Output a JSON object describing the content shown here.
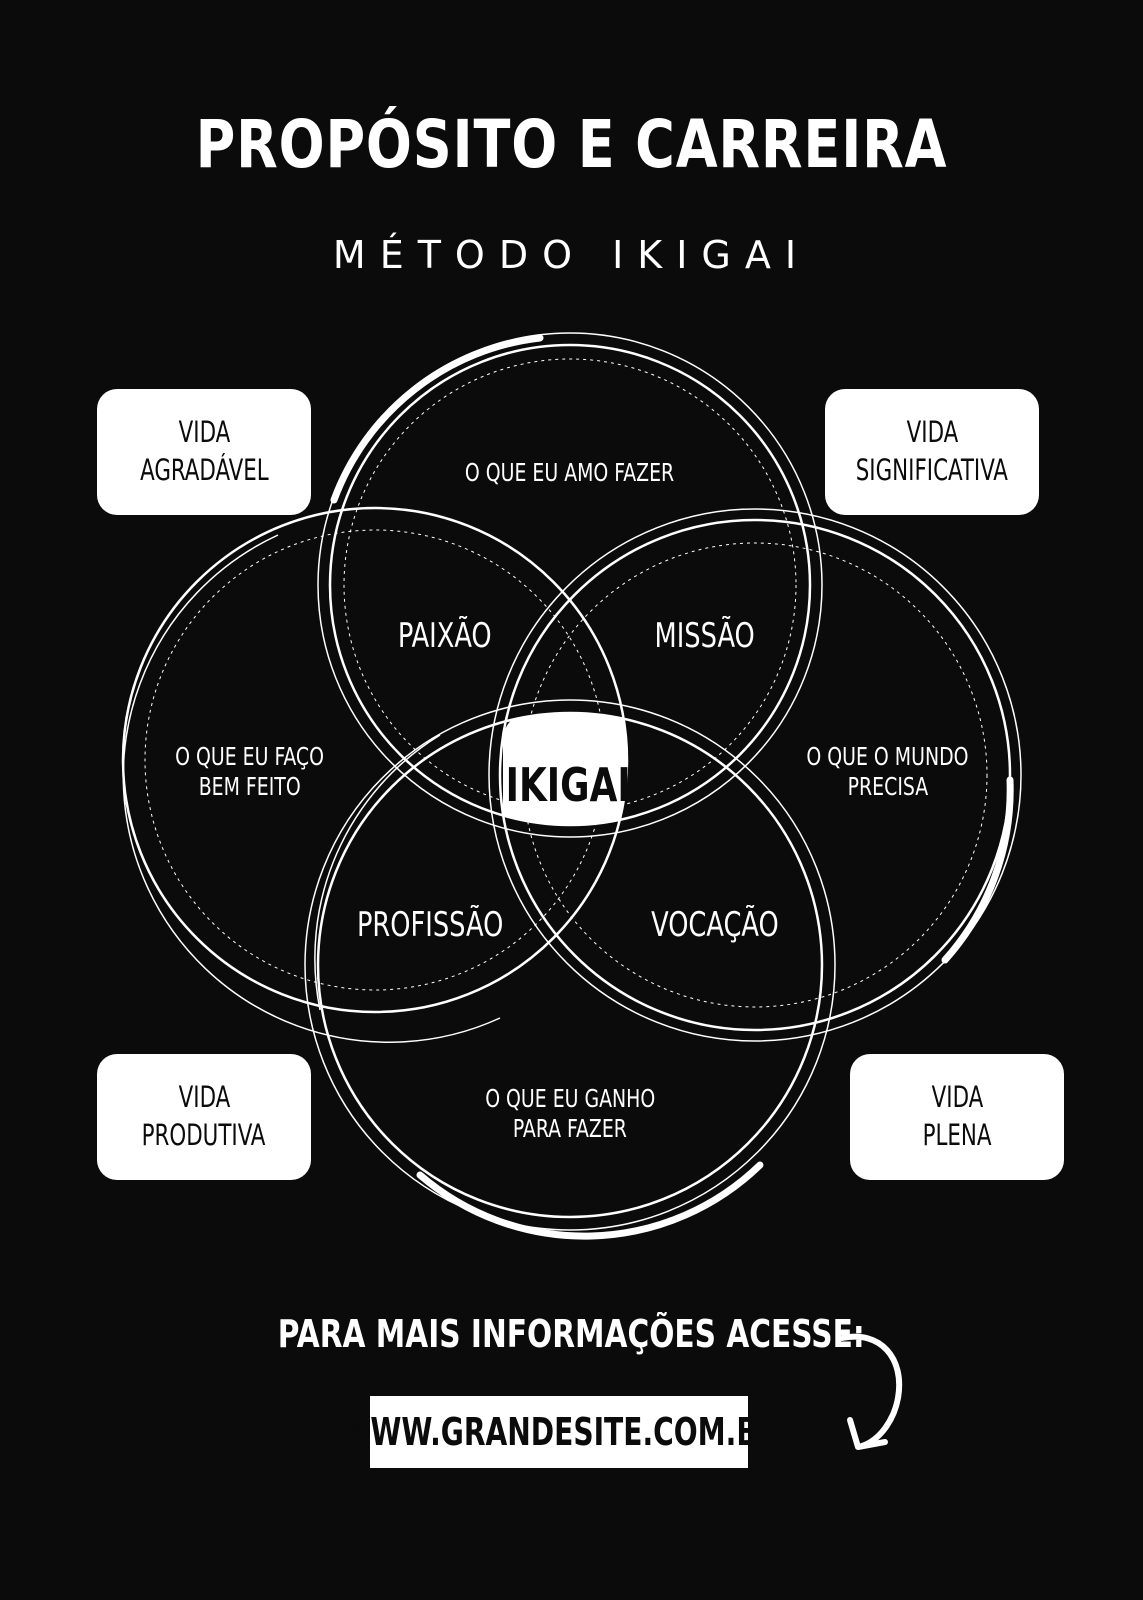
{
  "header": {
    "title": "PROPÓSITO E CARREIRA",
    "subtitle": "MÉTODO IKIGAI"
  },
  "circles": {
    "love": "O QUE EU AMO FAZER",
    "good_at": [
      "O QUE EU FAÇO",
      "BEM FEITO"
    ],
    "world_needs": [
      "O QUE O MUNDO",
      "PRECISA"
    ],
    "paid_for": [
      "O QUE EU GANHO",
      "PARA FAZER"
    ]
  },
  "intersections": {
    "passion": "PAIXÃO",
    "mission": "MISSÃO",
    "profession": "PROFISSÃO",
    "vocation": "VOCAÇÃO",
    "center": "IKIGAI"
  },
  "corners": {
    "top_left": [
      "VIDA",
      "AGRADÁVEL"
    ],
    "top_right": [
      "VIDA",
      "SIGNIFICATIVA"
    ],
    "bottom_left": [
      "VIDA",
      "PRODUTIVA"
    ],
    "bottom_right": [
      "VIDA",
      "PLENA"
    ]
  },
  "footer": {
    "cta": "PARA MAIS INFORMAÇÕES ACESSE:",
    "url": "WWW.GRANDESITE.COM.BR"
  }
}
